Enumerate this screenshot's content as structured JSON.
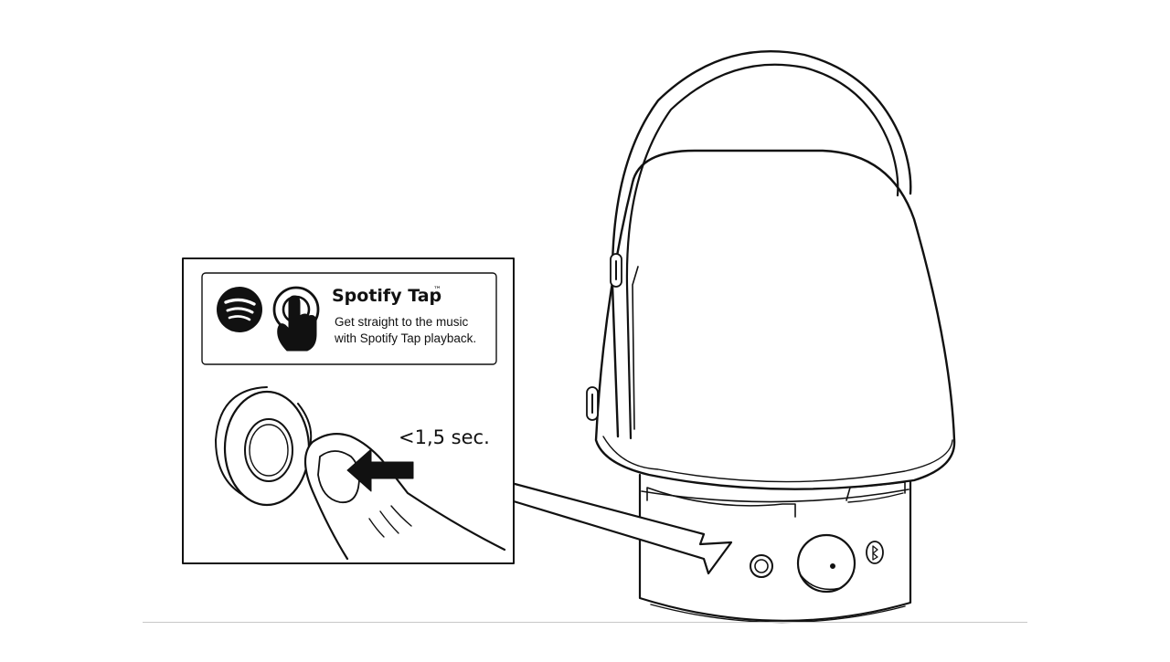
{
  "callout": {
    "brand_title": "Spotify Tap",
    "trademark": "™",
    "description_line1": "Get straight to the music",
    "description_line2": "with Spotify Tap playback."
  },
  "instruction": {
    "press_duration": "<1,5 sec."
  },
  "icons": {
    "brand": "spotify-logo-icon",
    "touch": "tap-finger-icon",
    "bluetooth": "bluetooth-icon"
  },
  "colors": {
    "line": "#111111",
    "fill": "#ffffff"
  }
}
